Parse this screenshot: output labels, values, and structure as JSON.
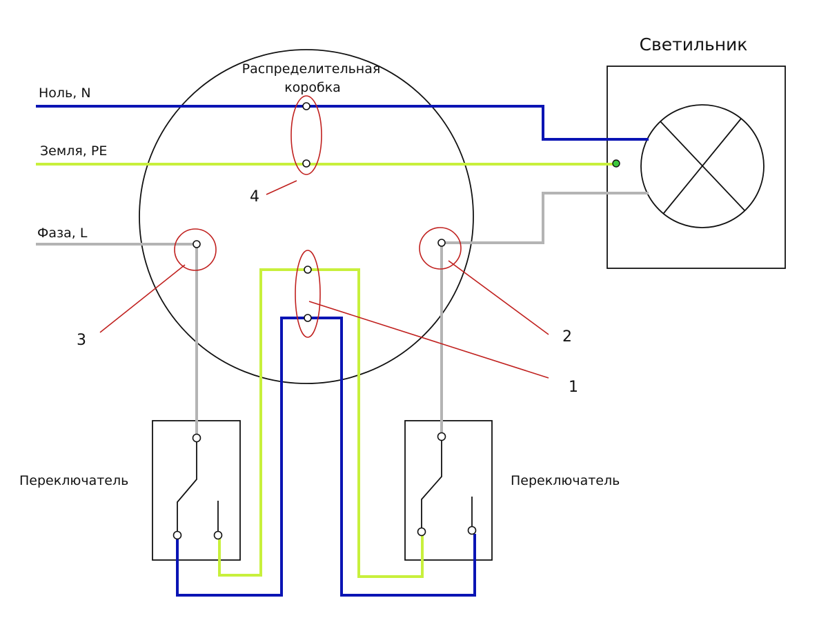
{
  "title_lamp": "Светильник",
  "junction_box": {
    "line1": "Распределительная",
    "line2": "коробка"
  },
  "wires": {
    "neutral": {
      "label": "Ноль, N",
      "color": "#0a14b4"
    },
    "earth": {
      "label": "Земля, PE",
      "color": "#c8f03c"
    },
    "phase": {
      "label": "Фаза, L",
      "color": "#b4b4b4"
    }
  },
  "switches": {
    "left_label": "Переключатель",
    "right_label": "Переключатель"
  },
  "callouts": [
    "1",
    "2",
    "3",
    "4"
  ],
  "callout_color": "#c0201e"
}
